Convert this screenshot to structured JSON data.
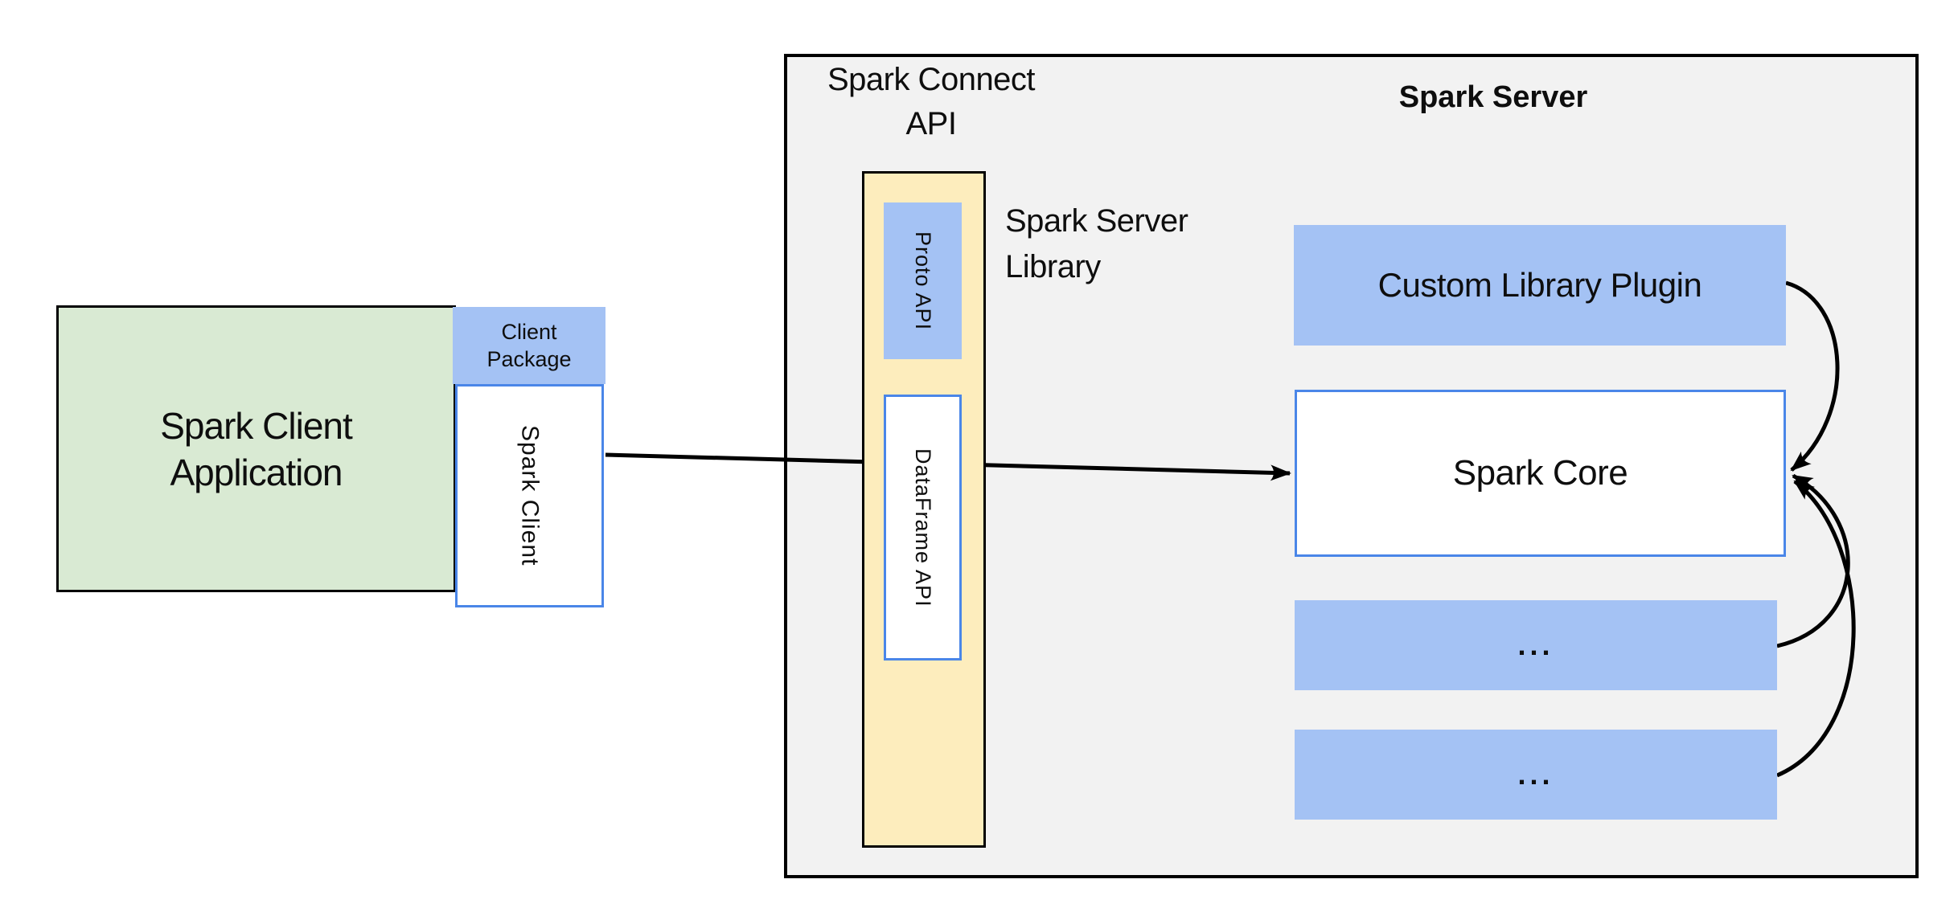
{
  "diagram": {
    "client_app": {
      "line1": "Spark Client",
      "line2": "Application"
    },
    "client_package": {
      "line1": "Client",
      "line2": "Package"
    },
    "spark_client_label": "Spark Client",
    "spark_connect_api": {
      "line1": "Spark Connect",
      "line2": "API"
    },
    "proto_api_label": "Proto API",
    "dataframe_api_label": "DataFrame API",
    "spark_server_library": {
      "line1": "Spark Server",
      "line2": "Library"
    },
    "spark_server_title": "Spark Server",
    "custom_library_plugin_label": "Custom Library Plugin",
    "spark_core_label": "Spark Core",
    "ellipsis_box_1": "...",
    "ellipsis_box_2": "...",
    "colors": {
      "client_app_fill": "#d9ead3",
      "accent_blue_fill": "#a4c2f4",
      "accent_blue_border": "#4a86e8",
      "library_fill": "#fdedbd",
      "server_fill": "#f2f2f2",
      "line": "#000000"
    }
  }
}
